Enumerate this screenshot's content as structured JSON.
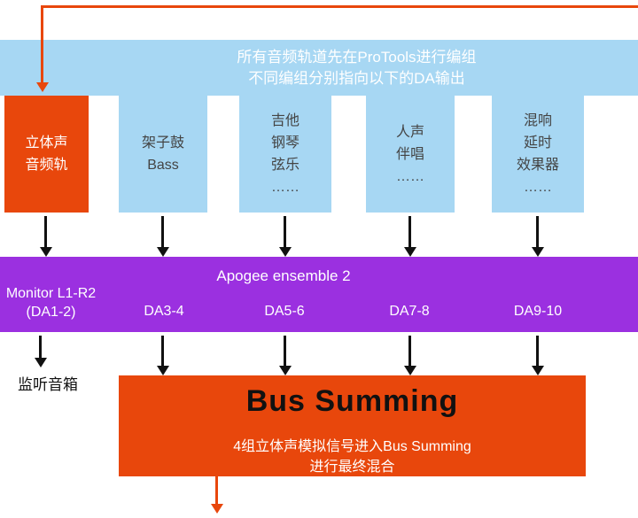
{
  "colors": {
    "orange": "#e8470c",
    "light_blue": "#a7d7f3",
    "purple": "#9b30e0"
  },
  "header": {
    "line1": "所有音频轨道先在ProTools进行编组",
    "line2": "不同编组分别指向以下的DA输出"
  },
  "tracks": [
    {
      "lines": [
        "立体声",
        "音频轨"
      ]
    },
    {
      "lines": [
        "架子鼓",
        "Bass"
      ]
    },
    {
      "lines": [
        "吉他",
        "钢琴",
        "弦乐",
        "……"
      ]
    },
    {
      "lines": [
        "人声",
        "伴唱",
        "……"
      ]
    },
    {
      "lines": [
        "混响",
        "延时",
        "效果器",
        "……"
      ]
    }
  ],
  "interface": {
    "title": "Apogee ensemble 2",
    "monitor_label_line1": "Monitor L1-R2",
    "monitor_label_line2": "(DA1-2)",
    "outputs": [
      "DA3-4",
      "DA5-6",
      "DA7-8",
      "DA9-10"
    ]
  },
  "monitor_speaker_label": "监听音箱",
  "bus": {
    "title": "Bus Summing",
    "desc_line1": "4组立体声模拟信号进入Bus Summing",
    "desc_line2": "进行最终混合"
  }
}
